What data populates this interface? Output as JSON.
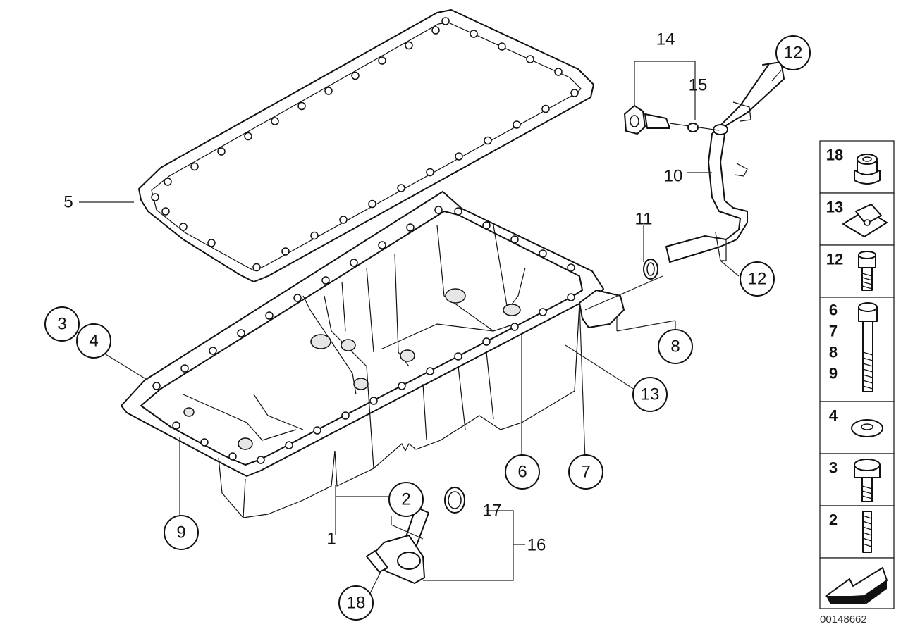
{
  "diagram": {
    "document_id": "00148662",
    "callouts": [
      {
        "id": "c12a",
        "label": "12"
      },
      {
        "id": "c12b",
        "label": "12"
      },
      {
        "id": "c3",
        "label": "3"
      },
      {
        "id": "c4",
        "label": "4"
      },
      {
        "id": "c8",
        "label": "8"
      },
      {
        "id": "c13",
        "label": "13"
      },
      {
        "id": "c6",
        "label": "6"
      },
      {
        "id": "c7",
        "label": "7"
      },
      {
        "id": "c2",
        "label": "2"
      },
      {
        "id": "c9",
        "label": "9"
      },
      {
        "id": "c18",
        "label": "18"
      }
    ],
    "labels": [
      {
        "id": "l14",
        "label": "14"
      },
      {
        "id": "l15",
        "label": "15"
      },
      {
        "id": "l10",
        "label": "10"
      },
      {
        "id": "l11",
        "label": "11"
      },
      {
        "id": "l5",
        "label": "5"
      },
      {
        "id": "l1",
        "label": "1"
      },
      {
        "id": "l17",
        "label": "17"
      },
      {
        "id": "l16",
        "label": "16"
      }
    ],
    "legend": [
      {
        "label": "18",
        "icon": "flange-nut-icon"
      },
      {
        "label": "13",
        "icon": "clip-nut-icon"
      },
      {
        "label": "12",
        "icon": "hex-bolt-short-icon"
      },
      {
        "label": "6\n7\n8\n9",
        "icon": "hex-bolt-long-icon"
      },
      {
        "label": "4",
        "icon": "washer-icon"
      },
      {
        "label": "3",
        "icon": "hex-bolt-icon"
      },
      {
        "label": "2",
        "icon": "stud-icon"
      },
      {
        "label": "",
        "icon": "direction-arrow-icon"
      }
    ]
  }
}
